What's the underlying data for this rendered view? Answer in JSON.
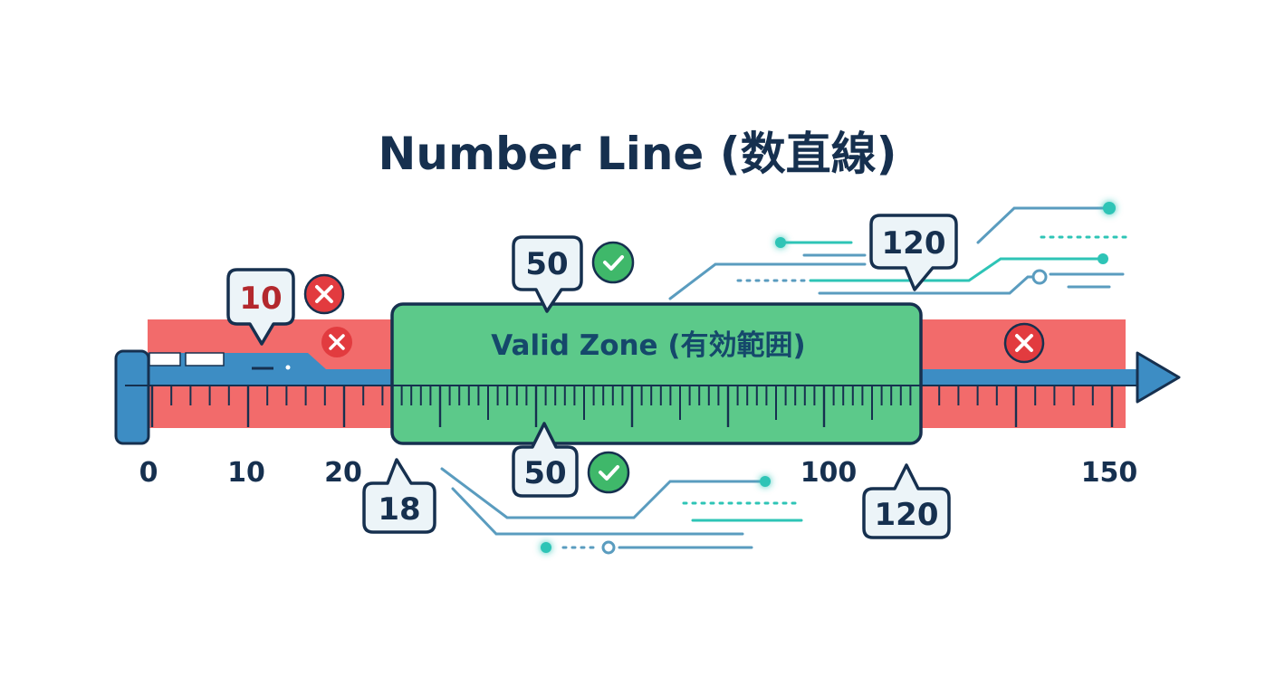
{
  "title": "Number Line (数直線)",
  "zone": {
    "label": "Valid Zone (有効範囲)"
  },
  "axis": {
    "min": 0,
    "max": 150,
    "valid_min": 18,
    "valid_max": 120,
    "tick_labels": [
      "0",
      "10",
      "20",
      "100",
      "150"
    ]
  },
  "callouts": {
    "above_10": "10",
    "above_50": "50",
    "above_120": "120",
    "below_18": "18",
    "below_50": "50",
    "below_120": "120"
  },
  "colors": {
    "title": "#16304f",
    "invalid_band": "#f26b6b",
    "valid_zone": "#5cc98a",
    "valid_zone_border": "#16304f",
    "axis_blue": "#3d8dc4",
    "check_green": "#3fb86a",
    "cross_red": "#e23b3f"
  },
  "icons": {
    "valid_mark": "check-circle-icon",
    "invalid_mark": "cross-circle-icon",
    "axis_end": "arrow-right-icon"
  }
}
